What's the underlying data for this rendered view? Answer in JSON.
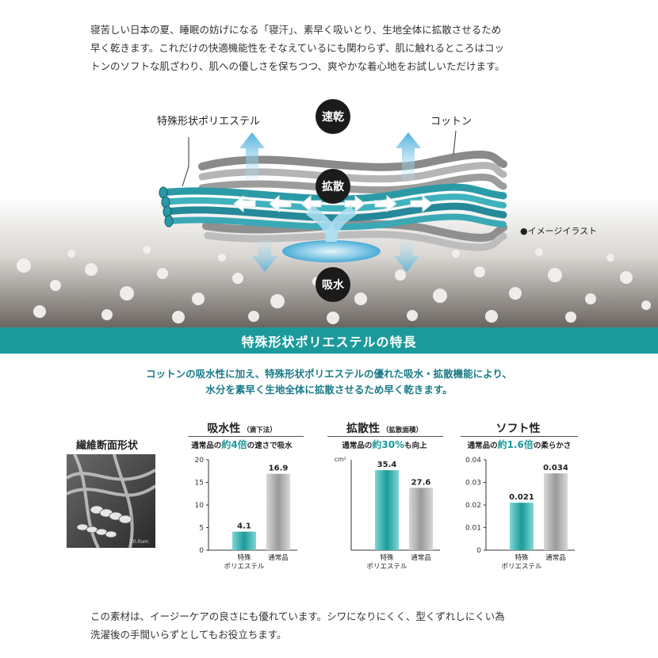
{
  "intro": [
    "寝苦しい日本の夏、睡眠の妨げになる「寝汗」、素早く吸いとり、生地全体に拡散させるため",
    "早く乾きます。これだけの快適機能性をそなえているにも関わらず、肌に触れるところはコッ",
    "トンのソフトな肌ざわり、肌への優しさを保ちつつ、爽やかな着心地をお試しいただけます。"
  ],
  "hero": {
    "label_polyester": "特殊形状ポリエステル",
    "label_cotton": "コットン",
    "badge_top": "速乾",
    "badge_center": "拡散",
    "badge_bottom": "吸水",
    "image_note": "●イメージイラスト"
  },
  "band_title": "特殊形状ポリエステルの特長",
  "lead": [
    "コットンの吸水性に加え、特殊形状ポリエステルの優れた吸水・拡散機能により、",
    "水分を素早く生地全体に拡散させるため早く乾きます。"
  ],
  "cross_section": {
    "title": "繊維断面形状",
    "scale_text": "20.0um"
  },
  "colors": {
    "teal": "#1c9a9b",
    "teal_dark": "#1a7b88",
    "gray": "#9a9a9a"
  },
  "chart_data": [
    {
      "type": "bar",
      "title": "吸水性",
      "title_note": "（滴下法）",
      "subtitle_pre": "通常品の",
      "subtitle_em": "約4倍",
      "subtitle_post": "の速さで吸水",
      "ylabel": "",
      "unit": "",
      "ylim": [
        0,
        20
      ],
      "yticks": [
        "0",
        "5",
        "10",
        "15",
        "20"
      ],
      "categories": [
        "特殊\nポリエステル",
        "通常品"
      ],
      "values": [
        4.1,
        16.9
      ],
      "value_labels": [
        "4.1",
        "16.9"
      ],
      "colors": [
        "#1c9a9b",
        "#9a9a9a"
      ]
    },
    {
      "type": "bar",
      "title": "拡散性",
      "title_note": "（拡散面積）",
      "subtitle_pre": "通常品の",
      "subtitle_em": "約30%",
      "subtitle_post": "も向上",
      "ylabel": "",
      "unit": "cm²",
      "ylim": [
        0,
        40
      ],
      "yticks": [],
      "categories": [
        "特殊\nポリエステル",
        "通常品"
      ],
      "values": [
        35.4,
        27.6
      ],
      "value_labels": [
        "35.4",
        "27.6"
      ],
      "colors": [
        "#1c9a9b",
        "#9a9a9a"
      ]
    },
    {
      "type": "bar",
      "title": "ソフト性",
      "title_note": "",
      "subtitle_pre": "通常品の",
      "subtitle_em": "約1.6倍",
      "subtitle_post": "の柔らかさ",
      "ylabel": "",
      "unit": "",
      "ylim": [
        0,
        0.04
      ],
      "yticks": [
        "0",
        "0.01",
        "0.02",
        "0.03",
        "0.04"
      ],
      "categories": [
        "特殊\nポリエステル",
        "通常品"
      ],
      "values": [
        0.021,
        0.034
      ],
      "value_labels": [
        "0.021",
        "0.034"
      ],
      "colors": [
        "#1c9a9b",
        "#9a9a9a"
      ]
    }
  ],
  "outro": [
    "この素材は、イージーケアの良さにも優れています。シワになりにくく、型くずれしにくい為",
    "洗濯後の手間いらずとしてもお役立ちます。"
  ]
}
